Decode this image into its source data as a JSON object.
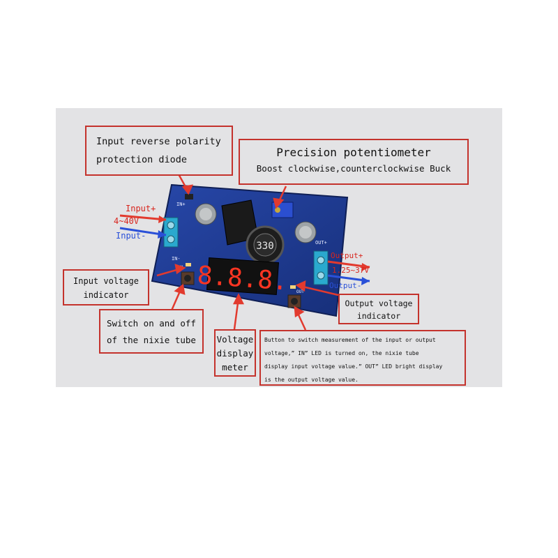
{
  "callouts": {
    "reverse_polarity": [
      "Input reverse polarity",
      "protection diode"
    ],
    "potentiometer": [
      "Precision potentiometer",
      "Boost clockwise,counterclockwise Buck"
    ],
    "input_indicator": [
      "Input voltage",
      "indicator"
    ],
    "nixie_switch": [
      "Switch on and off",
      "of the nixie tube"
    ],
    "voltmeter": [
      "Voltage",
      "display",
      "meter"
    ],
    "output_indicator": [
      "Output voltage",
      "indicator"
    ],
    "measure_button": [
      "Button to switch measurement of the input or output",
      "voltage,” IN” LED is turned on, the  nixie tube",
      "display input voltage value.” OUT” LED bright display",
      "is the output voltage value."
    ]
  },
  "labels": {
    "input_plus": "Input+",
    "input_range": "4~40V",
    "input_minus": "Input-",
    "output_plus": "Output+",
    "output_range": "1.25~37V",
    "output_minus": "Output-"
  },
  "board": {
    "display_digits": "8.8.8.",
    "inductor_marking": "330",
    "silk_in_plus": "IN+",
    "silk_in_minus": "IN-",
    "silk_out_plus": "OUT+",
    "silk_in_led": "IN",
    "silk_out_led": "OUT"
  },
  "colors": {
    "callout_border": "#c4322c",
    "arrow_red": "#e23a2e",
    "arrow_blue": "#2a50d8",
    "pcb_blue": "#1f3f9a",
    "display_digit_red": "#ff3522",
    "panel_bg": "#e3e3e5"
  }
}
